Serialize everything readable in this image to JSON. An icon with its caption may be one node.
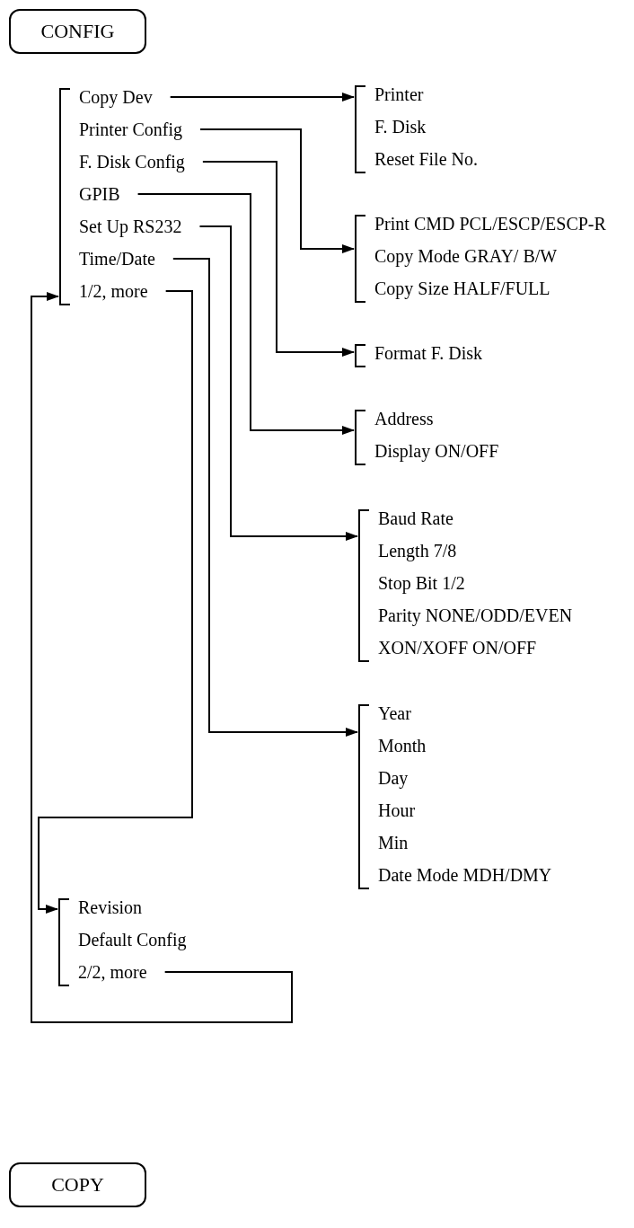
{
  "diagram": {
    "nodes": [
      {
        "text": [
          "CONFIG"
        ]
      },
      {
        "text": [],
        "shape": "bracket"
      },
      {
        "text": [
          "Copy Dev"
        ],
        "in": 1
      },
      {
        "text": [
          "Printer Config"
        ],
        "in": 1
      },
      {
        "text": [
          "F. Disk Config"
        ],
        "in": 1
      },
      {
        "text": [
          "GPIB"
        ],
        "in": 1
      },
      {
        "text": [
          "Set Up RS232"
        ],
        "in": 1
      },
      {
        "text": [
          "Time/Date"
        ],
        "in": 1
      },
      {
        "text": [
          "1/2, more"
        ],
        "in": 1
      },
      {
        "text": [
          "Printer",
          "F. Disk",
          "Reset File No."
        ]
      },
      {
        "text": [
          "Print CMD PCL/ESCP/ESCP-R",
          "Copy Mode GRAY/ B/W",
          "Copy Size HALF/FULL"
        ]
      },
      {
        "text": [
          "Format F. Disk"
        ]
      },
      {
        "text": [
          "Address",
          "Display ON/OFF"
        ]
      },
      {
        "text": [
          "Baud Rate",
          "Length 7/8",
          "Stop Bit 1/2",
          "Parity NONE/ODD/EVEN",
          "XON/XOFF ON/OFF"
        ]
      },
      {
        "text": [
          "Year",
          "Month",
          "Day",
          "Hour",
          "Min",
          "Date Mode MDH/DMY"
        ]
      },
      {
        "text": [
          "Revision",
          "Default Config"
        ]
      },
      {
        "text": [
          "2/2, more"
        ],
        "in": 15
      },
      {
        "text": [
          "COPY"
        ]
      }
    ],
    "edges": [
      {
        "from": 2,
        "to": 9,
        "arrow": "to"
      },
      {
        "from": 3,
        "to": 10,
        "arrow": "to"
      },
      {
        "from": 4,
        "to": 11,
        "arrow": "to"
      },
      {
        "from": 5,
        "to": 12,
        "arrow": "to"
      },
      {
        "from": 6,
        "to": 13,
        "arrow": "to"
      },
      {
        "from": 7,
        "to": 14,
        "arrow": "to"
      },
      {
        "from": 8,
        "to": 15,
        "arrow": "to"
      },
      {
        "from": 16,
        "to": 1,
        "arrow": "to"
      }
    ]
  }
}
